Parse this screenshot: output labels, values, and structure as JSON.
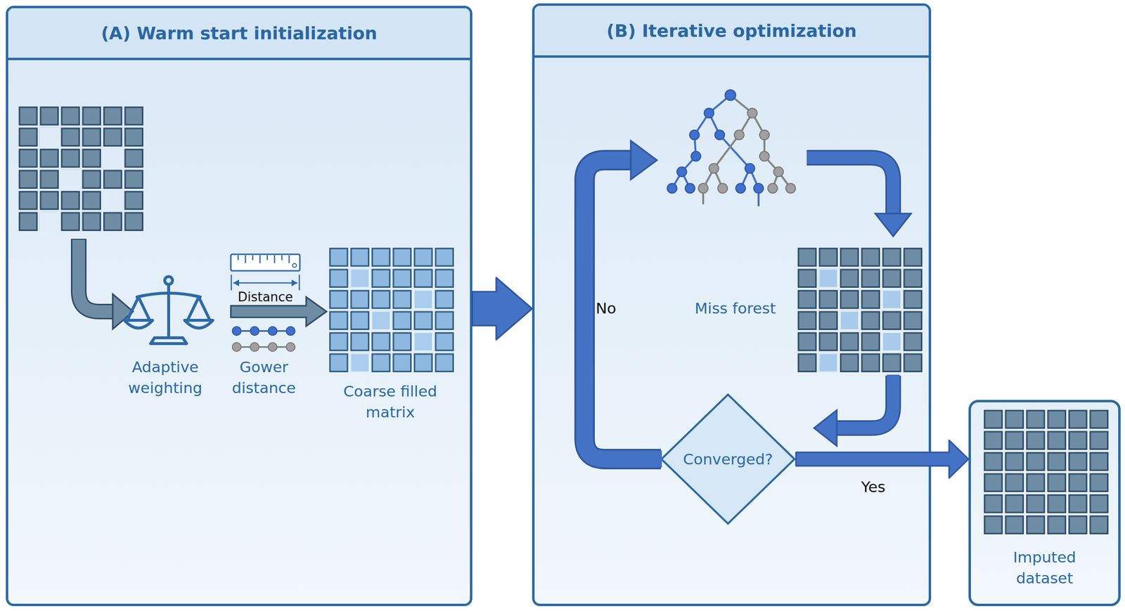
{
  "diagram": {
    "nodes": [
      {
        "text": [
          "(A) Warm start initialization"
        ]
      },
      {
        "text": [
          "(B) Iterative optimization"
        ]
      },
      {
        "text": [
          "Converged?"
        ],
        "in": 1
      },
      {
        "text": [
          "Imputed dataset"
        ]
      }
    ],
    "edges": [
      {
        "from": 0,
        "to": 1,
        "arrow": "to"
      },
      {
        "from": 2,
        "to": 3,
        "label": "Yes",
        "arrow": "to"
      }
    ],
    "labels": [
      "Adaptive weighting",
      "Distance",
      "Gower distance",
      "Coarse filled matrix",
      "No",
      "Miss forest"
    ]
  }
}
